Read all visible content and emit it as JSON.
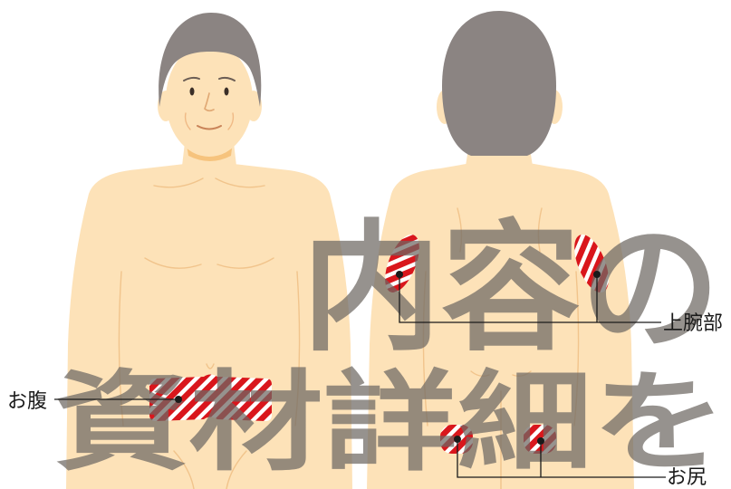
{
  "labels": {
    "abdomen": "お腹",
    "upper_arm": "上腕部",
    "buttocks": "お尻"
  },
  "watermark": {
    "line1": "内容の",
    "line2": "資材詳細を"
  },
  "colors": {
    "skin": "#fde2b8",
    "skin_line": "#f1c48c",
    "hair": "#8b8482",
    "injection_site": "#d9161c",
    "watermark": "#6e6964",
    "callout": "#1a1a1a"
  }
}
